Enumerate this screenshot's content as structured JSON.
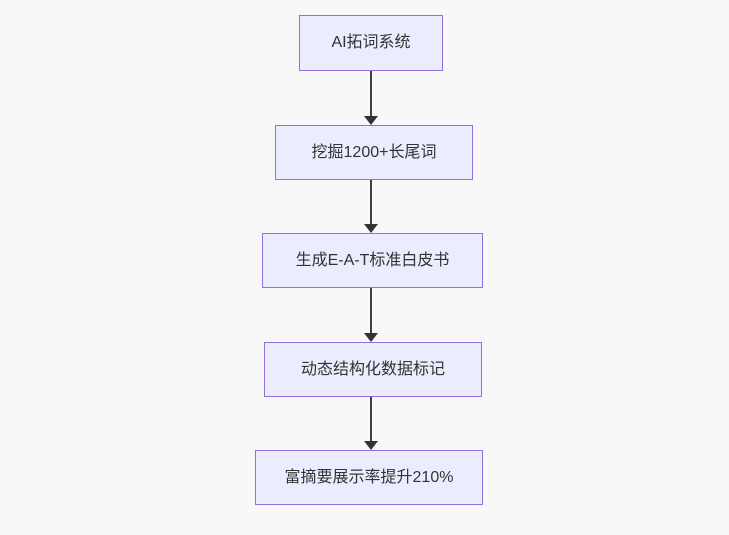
{
  "page": {
    "background_color": "#f8f8f8"
  },
  "flowchart": {
    "type": "flowchart",
    "direction": "top-down",
    "style": {
      "node_fill": "#ececff",
      "node_border": "#9370db",
      "edge_color": "#333333",
      "text_color": "#333333"
    },
    "nodes": [
      {
        "label": "AI拓词系统"
      },
      {
        "label": "挖掘1200+长尾词"
      },
      {
        "label": "生成E-A-T标准白皮书"
      },
      {
        "label": "动态结构化数据标记"
      },
      {
        "label": "富摘要展示率提升210%"
      }
    ],
    "edges": [
      {
        "from": "AI拓词系统",
        "to": "挖掘1200+长尾词"
      },
      {
        "from": "挖掘1200+长尾词",
        "to": "生成E-A-T标准白皮书"
      },
      {
        "from": "生成E-A-T标准白皮书",
        "to": "动态结构化数据标记"
      },
      {
        "from": "动态结构化数据标记",
        "to": "富摘要展示率提升210%"
      }
    ]
  }
}
